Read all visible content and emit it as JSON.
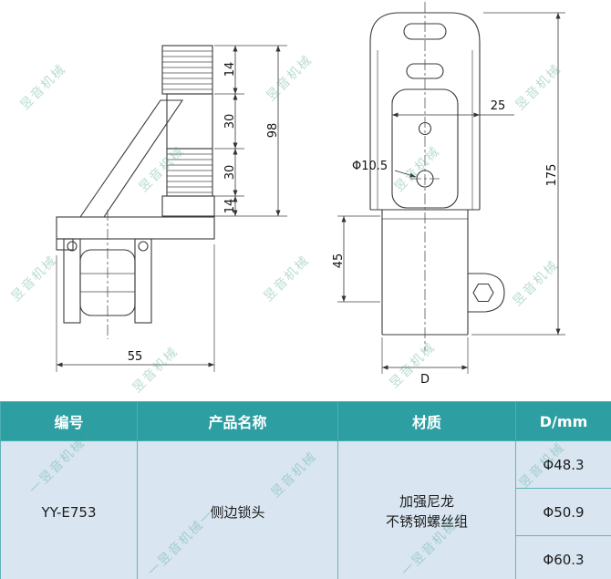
{
  "watermark": {
    "text": "昱音机械",
    "text_dashed": "一昱音机械一",
    "color": "#50a894"
  },
  "drawing": {
    "left_view": {
      "d14_top": "14",
      "d30_top": "30",
      "d98": "98",
      "d30_bottom": "30",
      "d14_bottom": "14",
      "d55": "55"
    },
    "right_view": {
      "d25": "25",
      "hole_dia": "Φ10.5",
      "d175": "175",
      "d45": "45",
      "dD": "D"
    }
  },
  "table": {
    "headers": [
      "编号",
      "产品名称",
      "材质",
      "D/mm"
    ],
    "row": {
      "code": "YY-E753",
      "name": "侧边锁头",
      "material": [
        "加强尼龙",
        "不锈钢螺丝组"
      ],
      "d_values": [
        "Φ48.3",
        "Φ50.9",
        "Φ60.3"
      ]
    },
    "colors": {
      "header_bg": "#2d9ea1",
      "header_text": "#ffffff",
      "body_bg": "#d9e6f1",
      "border": "#62b4b7"
    }
  }
}
